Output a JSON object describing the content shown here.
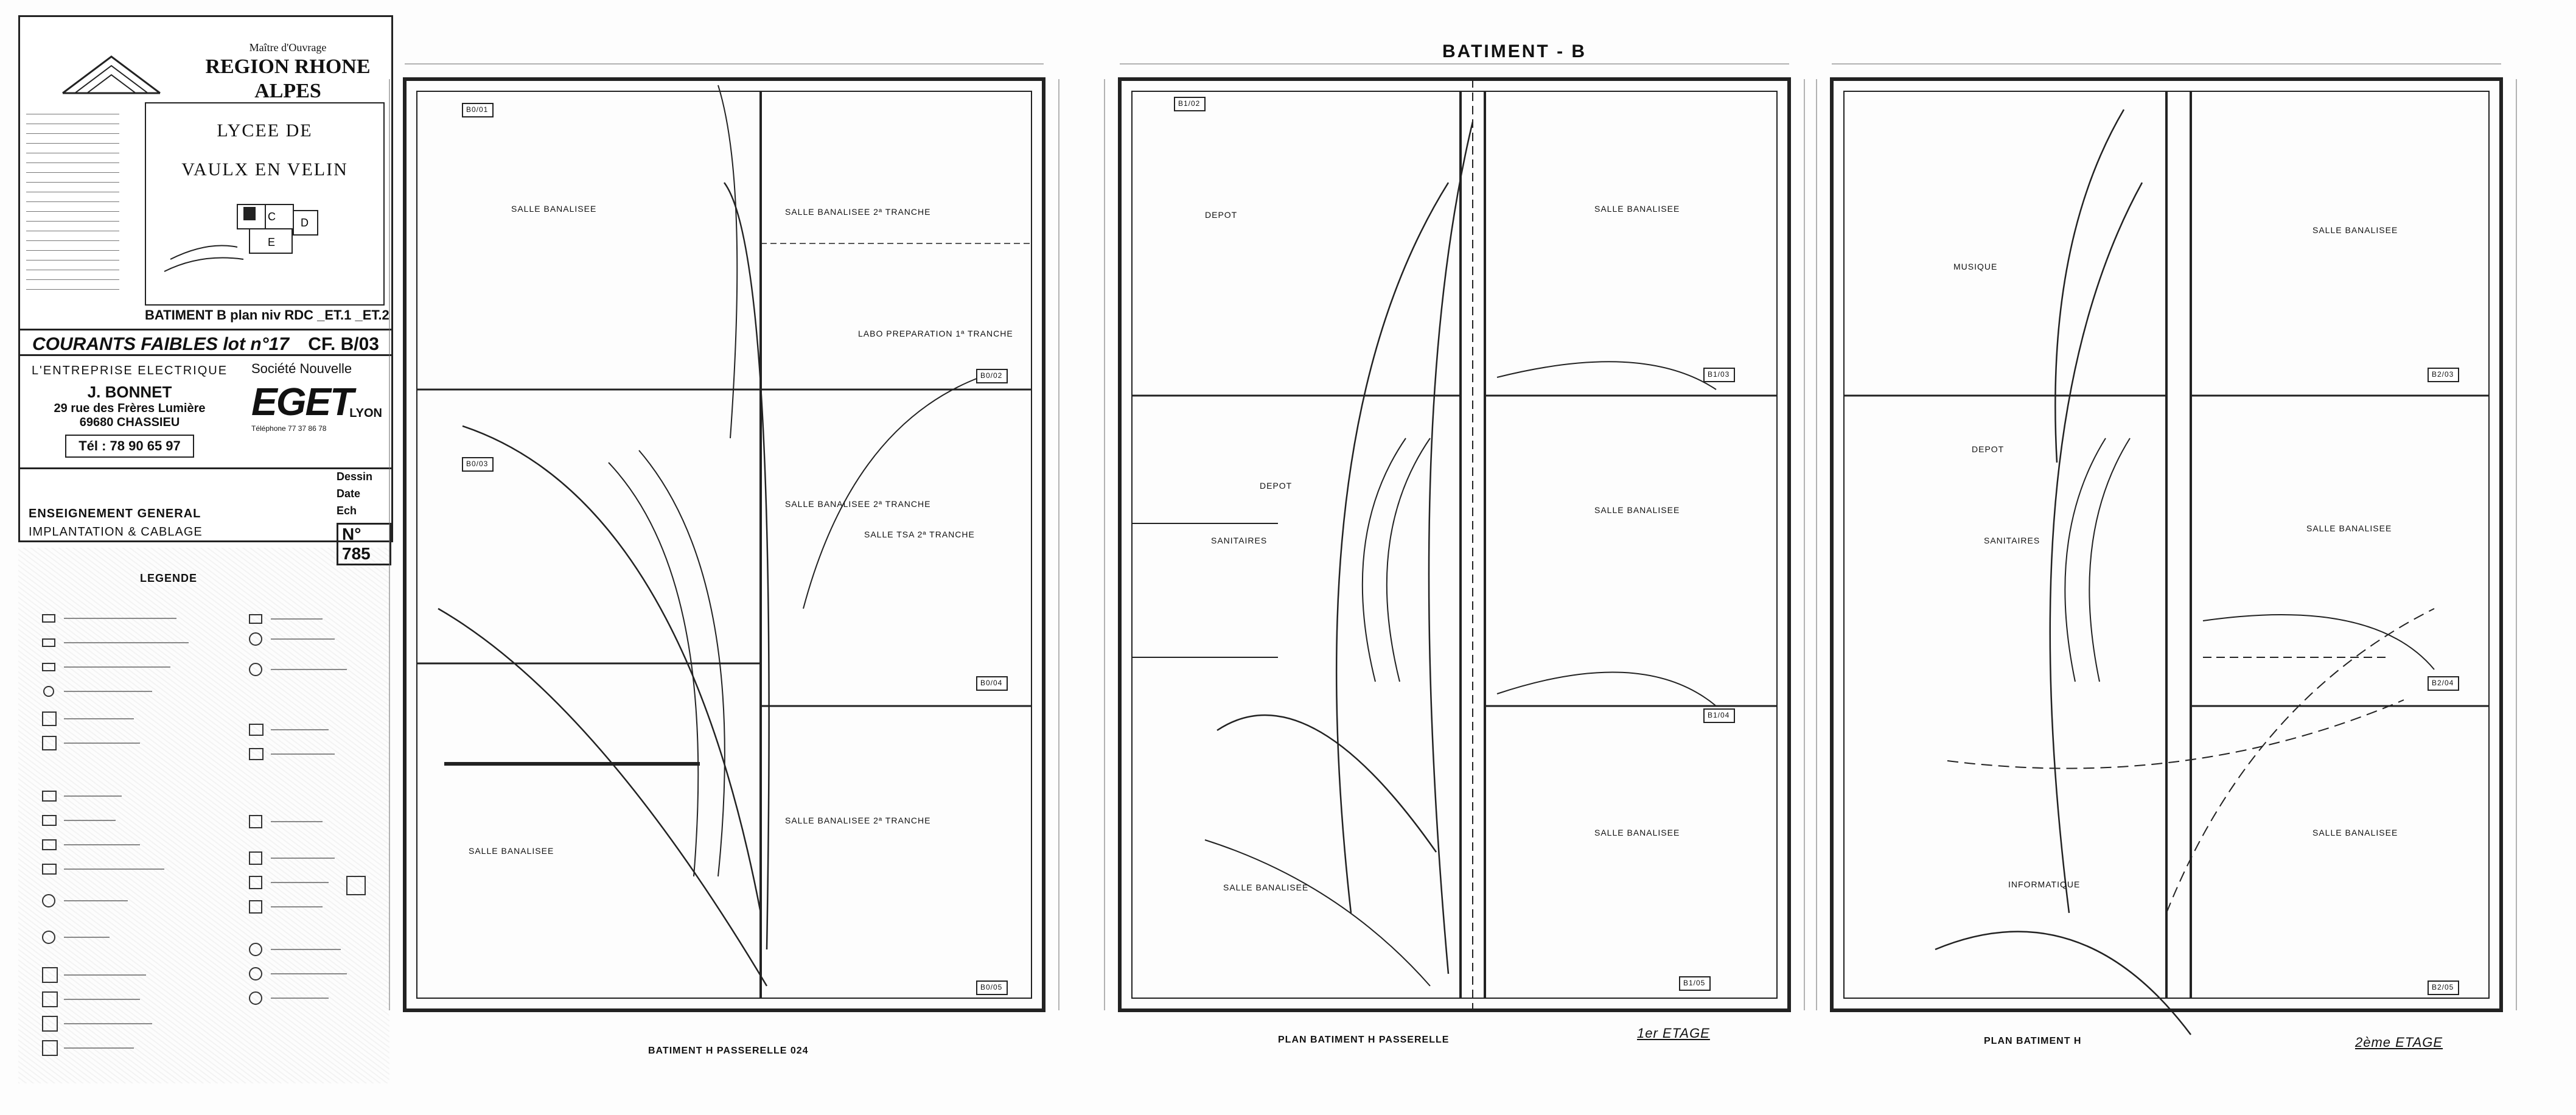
{
  "title_block": {
    "owner_prefix": "Maître d'Ouvrage",
    "owner": "REGION RHONE ALPES",
    "project_line1": "LYCEE DE",
    "project_line2": "VAULX EN VELIN",
    "building_line": "BATIMENT B   plan niv RDC _ET.1 _ET.2",
    "lot_title": "COURANTS FAIBLES lot n°17",
    "lot_ref": "CF. B/03",
    "company_heading": "L'ENTREPRISE ELECTRIQUE",
    "company_name": "J. BONNET",
    "company_address": "29 rue des Frères Lumière",
    "company_city": "69680 CHASSIEU",
    "company_tel": "Tél : 78 90 65 97",
    "partner_heading": "Société Nouvelle",
    "partner_logo": "EGET",
    "partner_city": "LYON",
    "partner_phone": "Téléphone 77 37 86 78",
    "subject_line1": "ENSEIGNEMENT GENERAL",
    "subject_line2": "IMPLANTATION & CABLAGE",
    "label_dessin": "Dessin",
    "label_date": "Date",
    "label_ech": "Ech",
    "drawing_number": "N° 785"
  },
  "legend": {
    "title": "LEGENDE"
  },
  "plans": {
    "batiment_title": "BATIMENT - B",
    "plan1_caption": "BATIMENT H  PASSERELLE  024",
    "plan2_caption": "PLAN BATIMENT H PASSERELLE",
    "plan2_level": "1er ETAGE",
    "plan3_caption": "PLAN BATIMENT H",
    "plan3_level": "2ème ETAGE",
    "rooms_p1": [
      "SALLE BANALISEE",
      "SALLE BANALISEE 2ª TRANCHE",
      "LABO PREPARATION 1ª TRANCHE",
      "SALLE BANALISEE 2ª TRANCHE",
      "SALLE TSA 2ª TRANCHE",
      "SALLE BANALISEE 2ª TRANCHE",
      "SALLE BANALISEE"
    ],
    "rooms_p2": [
      "DEPOT",
      "SALLE BANALISEE",
      "SALLE BANALISEE",
      "SANITAIRES",
      "DEPOT",
      "SALLE BANALISEE",
      "SALLE BANALISEE"
    ],
    "rooms_p3": [
      "MUSIQUE",
      "SALLE BANALISEE",
      "DEPOT",
      "SALLE BANALISEE",
      "SANITAIRES",
      "INFORMATIQUE",
      "SALLE BANALISEE"
    ],
    "boxes": [
      "B0/01",
      "B0/02",
      "B0/03",
      "B0/04",
      "B0/05",
      "B1/02",
      "B1/03",
      "B1/04",
      "B1/05",
      "B2/03",
      "B2/04",
      "B2/05"
    ]
  }
}
